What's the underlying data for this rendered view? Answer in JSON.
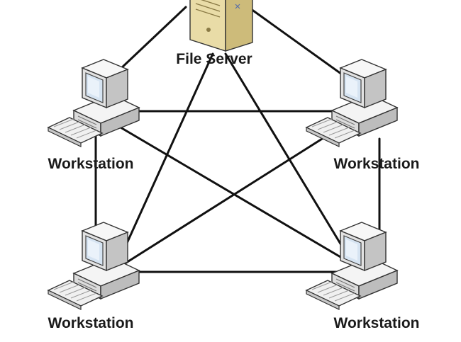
{
  "diagram": {
    "nodes": [
      {
        "id": "file-server",
        "kind": "server",
        "label": "File Server"
      },
      {
        "id": "ws-top-left",
        "kind": "workstation",
        "label": "Workstation"
      },
      {
        "id": "ws-top-right",
        "kind": "workstation",
        "label": "Workstation"
      },
      {
        "id": "ws-bottom-left",
        "kind": "workstation",
        "label": "Workstation"
      },
      {
        "id": "ws-bottom-right",
        "kind": "workstation",
        "label": "Workstation"
      }
    ],
    "links": [
      {
        "from": "file-server",
        "to": "ws-top-left"
      },
      {
        "from": "file-server",
        "to": "ws-top-right"
      },
      {
        "from": "file-server",
        "to": "ws-bottom-left"
      },
      {
        "from": "file-server",
        "to": "ws-bottom-right"
      },
      {
        "from": "ws-top-left",
        "to": "ws-top-right"
      },
      {
        "from": "ws-top-left",
        "to": "ws-bottom-left"
      },
      {
        "from": "ws-top-left",
        "to": "ws-bottom-right"
      },
      {
        "from": "ws-top-right",
        "to": "ws-bottom-left"
      },
      {
        "from": "ws-top-right",
        "to": "ws-bottom-right"
      },
      {
        "from": "ws-bottom-left",
        "to": "ws-bottom-right"
      }
    ],
    "colors": {
      "line": "#111111",
      "server_body": "#e9dca7",
      "server_shade": "#cdbb7a",
      "computer_body": "#f2f2f2",
      "computer_shade": "#bdbdbd",
      "screen": "#d6e4f2"
    }
  }
}
